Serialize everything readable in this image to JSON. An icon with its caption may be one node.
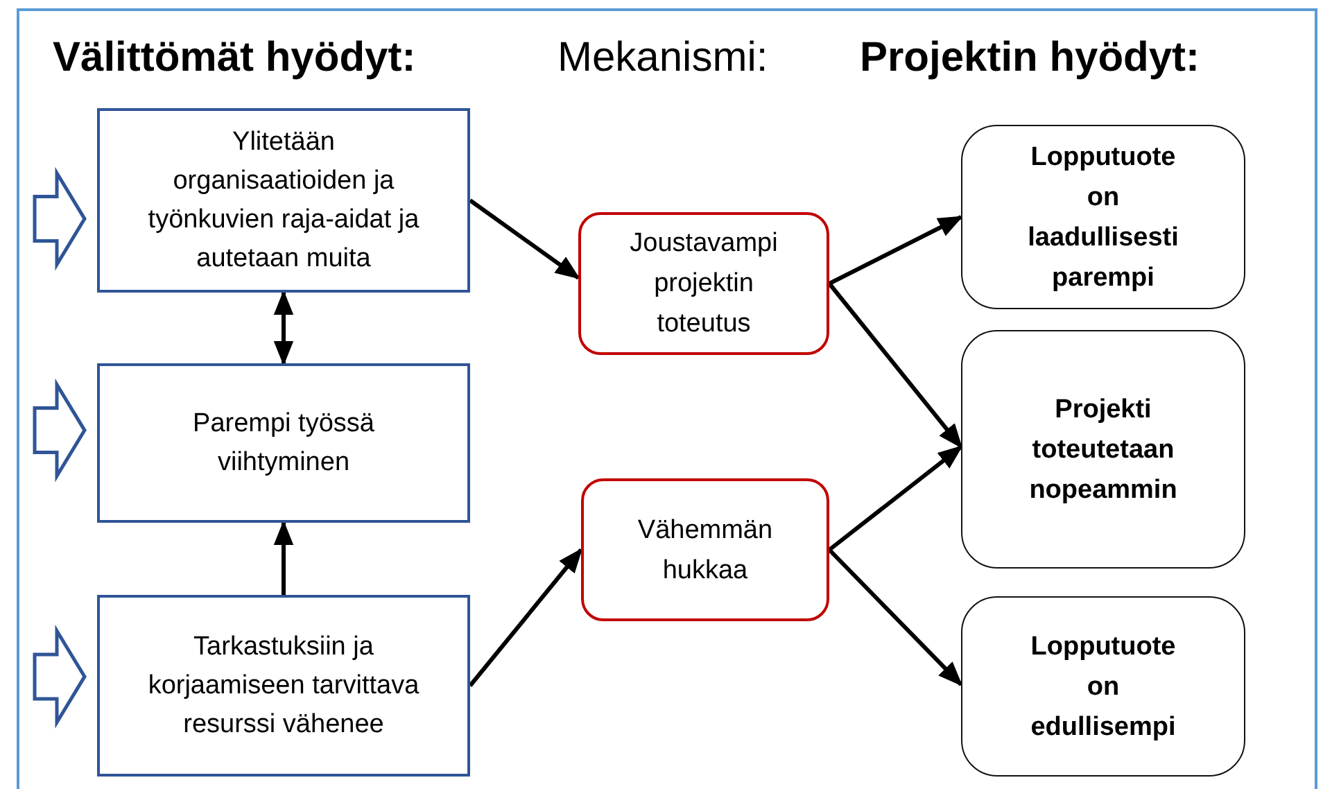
{
  "diagram": {
    "nodes": [
      {
        "text": [
          "Ylitetään organisaatioiden ja työnkuvien raja-aidat ja autetaan muita"
        ]
      },
      {
        "text": [
          "Parempi työssä viihtyminen"
        ]
      },
      {
        "text": [
          "Tarkastuksiin ja korjaamiseen tarvittava resurssi vähenee"
        ]
      },
      {
        "text": [
          "Joustavampi projektin toteutus"
        ]
      },
      {
        "text": [
          "Vähemmän hukkaa"
        ]
      },
      {
        "text": [
          "Lopputuote on laadullisesti parempi"
        ]
      },
      {
        "text": [
          "Projekti toteutetaan nopeammin"
        ]
      },
      {
        "text": [
          "Lopputuote on edullisempi"
        ]
      }
    ],
    "edges": [
      {
        "from": null,
        "to": 0,
        "arrow": "to",
        "style": "thick",
        "color": "#2f5597"
      },
      {
        "from": null,
        "to": 1,
        "arrow": "to",
        "style": "thick",
        "color": "#2f5597"
      },
      {
        "from": null,
        "to": 2,
        "arrow": "to",
        "style": "thick",
        "color": "#2f5597"
      },
      {
        "from": 0,
        "to": 3,
        "arrow": "to"
      },
      {
        "from": 0,
        "to": 1,
        "arrow": "both"
      },
      {
        "from": 2,
        "to": 1,
        "arrow": "to"
      },
      {
        "from": 2,
        "to": 4,
        "arrow": "to"
      },
      {
        "from": 3,
        "to": 5,
        "arrow": "to"
      },
      {
        "from": 3,
        "to": 6,
        "arrow": "to"
      },
      {
        "from": 4,
        "to": 6,
        "arrow": "to"
      },
      {
        "from": 4,
        "to": 7,
        "arrow": "to"
      }
    ],
    "labels": [
      "Välittömät hyödyt:",
      "Mekanismi:",
      "Projektin hyödyt:"
    ]
  }
}
